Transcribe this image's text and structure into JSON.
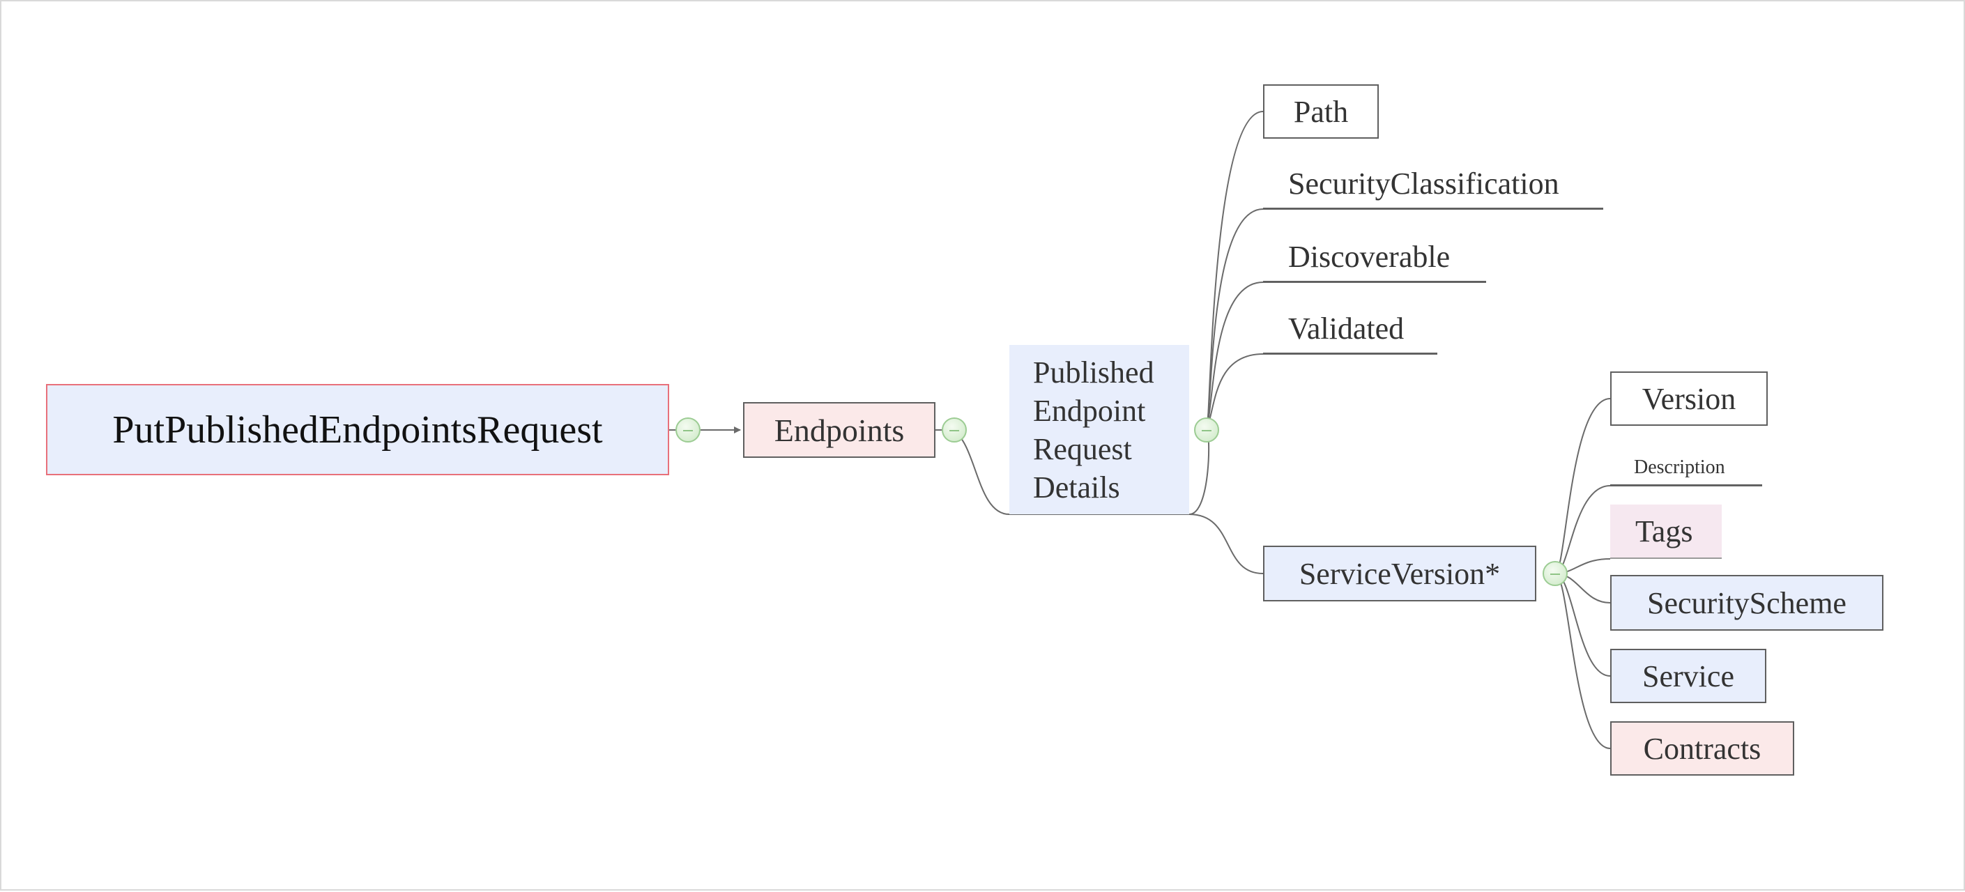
{
  "diagram": {
    "root": {
      "label": "PutPublishedEndpointsRequest"
    },
    "endpoints": {
      "label": "Endpoints"
    },
    "details": {
      "label": "Published Endpoint Request Details"
    },
    "details_children": {
      "path": "Path",
      "security_classification": "SecurityClassification",
      "discoverable": "Discoverable",
      "validated": "Validated",
      "service_version": "ServiceVersion*"
    },
    "service_version_children": {
      "version": "Version",
      "description": "Description",
      "tags": "Tags",
      "security_scheme": "SecurityScheme",
      "service": "Service",
      "contracts": "Contracts"
    }
  },
  "colors": {
    "blue_fill": "#e8eefc",
    "pink_fill": "#fbe9e9",
    "mauve_fill": "#f6e8f0",
    "root_border": "#e8707a",
    "line": "#6a6a6a",
    "toggle_fill": "#d8eed2",
    "toggle_border": "#9ccc93"
  },
  "icons": {
    "collapse_toggle": "minus-circle-icon",
    "connector_arrow": "arrowhead-icon"
  }
}
